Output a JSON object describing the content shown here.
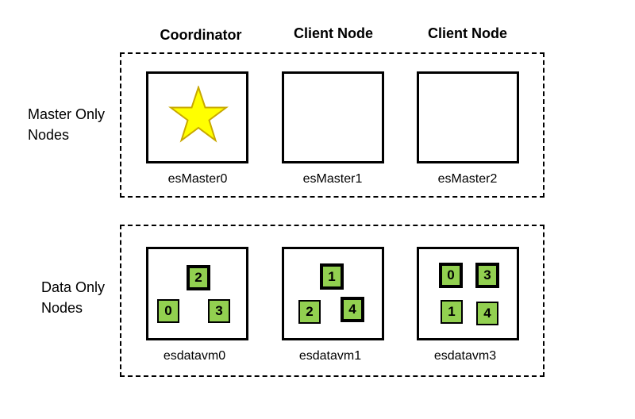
{
  "columns": [
    "Coordinator",
    "Client Node",
    "Client Node"
  ],
  "groups": {
    "master": {
      "label_line1": "Master Only",
      "label_line2": "Nodes"
    },
    "data": {
      "label_line1": "Data Only",
      "label_line2": "Nodes"
    }
  },
  "master_nodes": [
    {
      "name": "esMaster0",
      "icon": "star-icon"
    },
    {
      "name": "esMaster1"
    },
    {
      "name": "esMaster2"
    }
  ],
  "data_nodes": [
    {
      "name": "esdatavm0",
      "shards": [
        "2",
        "0",
        "3"
      ]
    },
    {
      "name": "esdatavm1",
      "shards": [
        "1",
        "4",
        "2"
      ]
    },
    {
      "name": "esdatavm3",
      "shards": [
        "0",
        "3",
        "1",
        "4"
      ]
    }
  ],
  "colors": {
    "shard_fill": "#92d050",
    "star_fill": "#ffff00",
    "star_stroke": "#c8a800"
  }
}
